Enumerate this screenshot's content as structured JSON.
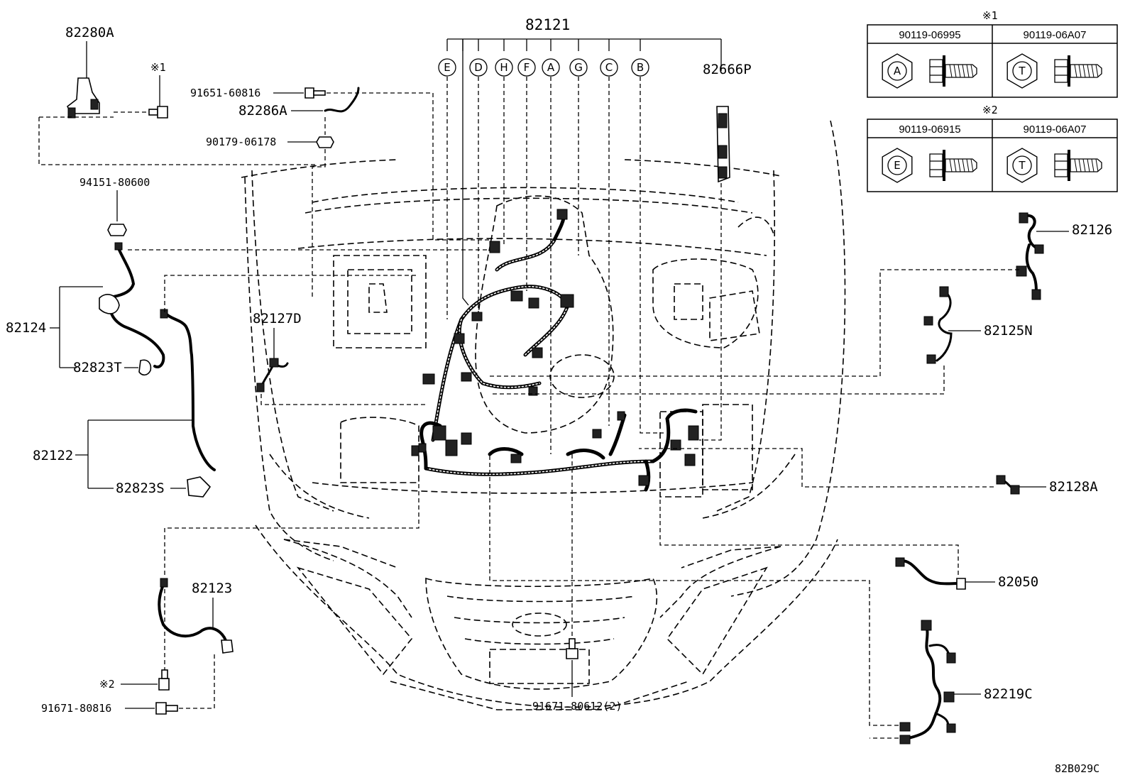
{
  "diagram": {
    "figure_code": "82B029C",
    "harness_group_code": "82121",
    "branch_letters": [
      "E",
      "D",
      "H",
      "F",
      "A",
      "G",
      "C",
      "B"
    ],
    "callouts": {
      "p82280A": "82280A",
      "note1_small": "※1",
      "p91651_60816": "91651-60816",
      "p82286A": "82286A",
      "p90179_06178": "90179-06178",
      "p94151_80600": "94151-80600",
      "p82124": "82124",
      "p82823T": "82823T",
      "p82127D": "82127D",
      "p82122": "82122",
      "p82823S": "82823S",
      "p82123": "82123",
      "note2_small": "※2",
      "p91671_80816": "91671-80816",
      "p91671_80612": "91671-80612(2)",
      "p82666P": "82666P",
      "p82126": "82126",
      "p82125N": "82125N",
      "p82128A": "82128A",
      "p82050": "82050",
      "p82219C": "82219C"
    },
    "note_tables": [
      {
        "note": "※1",
        "cells": [
          {
            "code": "90119-06995",
            "symbol": "A"
          },
          {
            "code": "90119-06A07",
            "symbol": "T"
          }
        ]
      },
      {
        "note": "※2",
        "cells": [
          {
            "code": "90119-06915",
            "symbol": "E"
          },
          {
            "code": "90119-06A07",
            "symbol": "T"
          }
        ]
      }
    ]
  }
}
